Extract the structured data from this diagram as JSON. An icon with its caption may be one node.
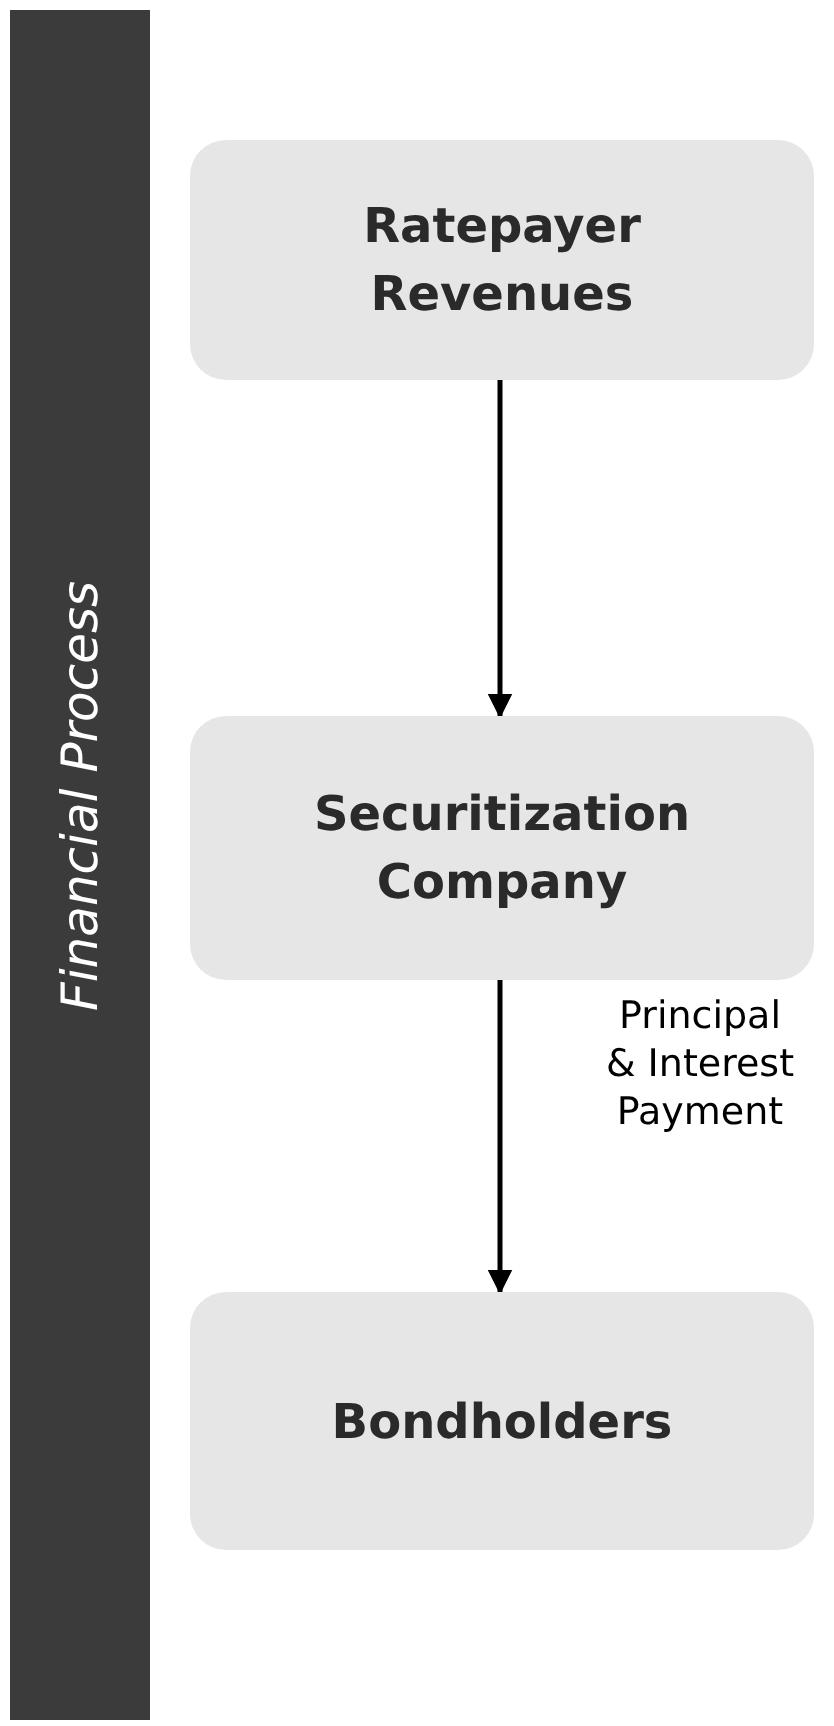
{
  "diagram": {
    "nodes": [
      {
        "text": [
          "Financial Process"
        ]
      },
      {
        "text": [
          "Ratepayer Revenues"
        ]
      },
      {
        "text": [
          "Securitization Company"
        ]
      },
      {
        "text": [
          "Bondholders"
        ]
      }
    ],
    "edges": [
      {
        "from": 1,
        "to": 2,
        "arrow": "to"
      },
      {
        "from": 2,
        "to": 3,
        "arrow": "to",
        "label": "Principal & Interest Payment"
      }
    ]
  }
}
